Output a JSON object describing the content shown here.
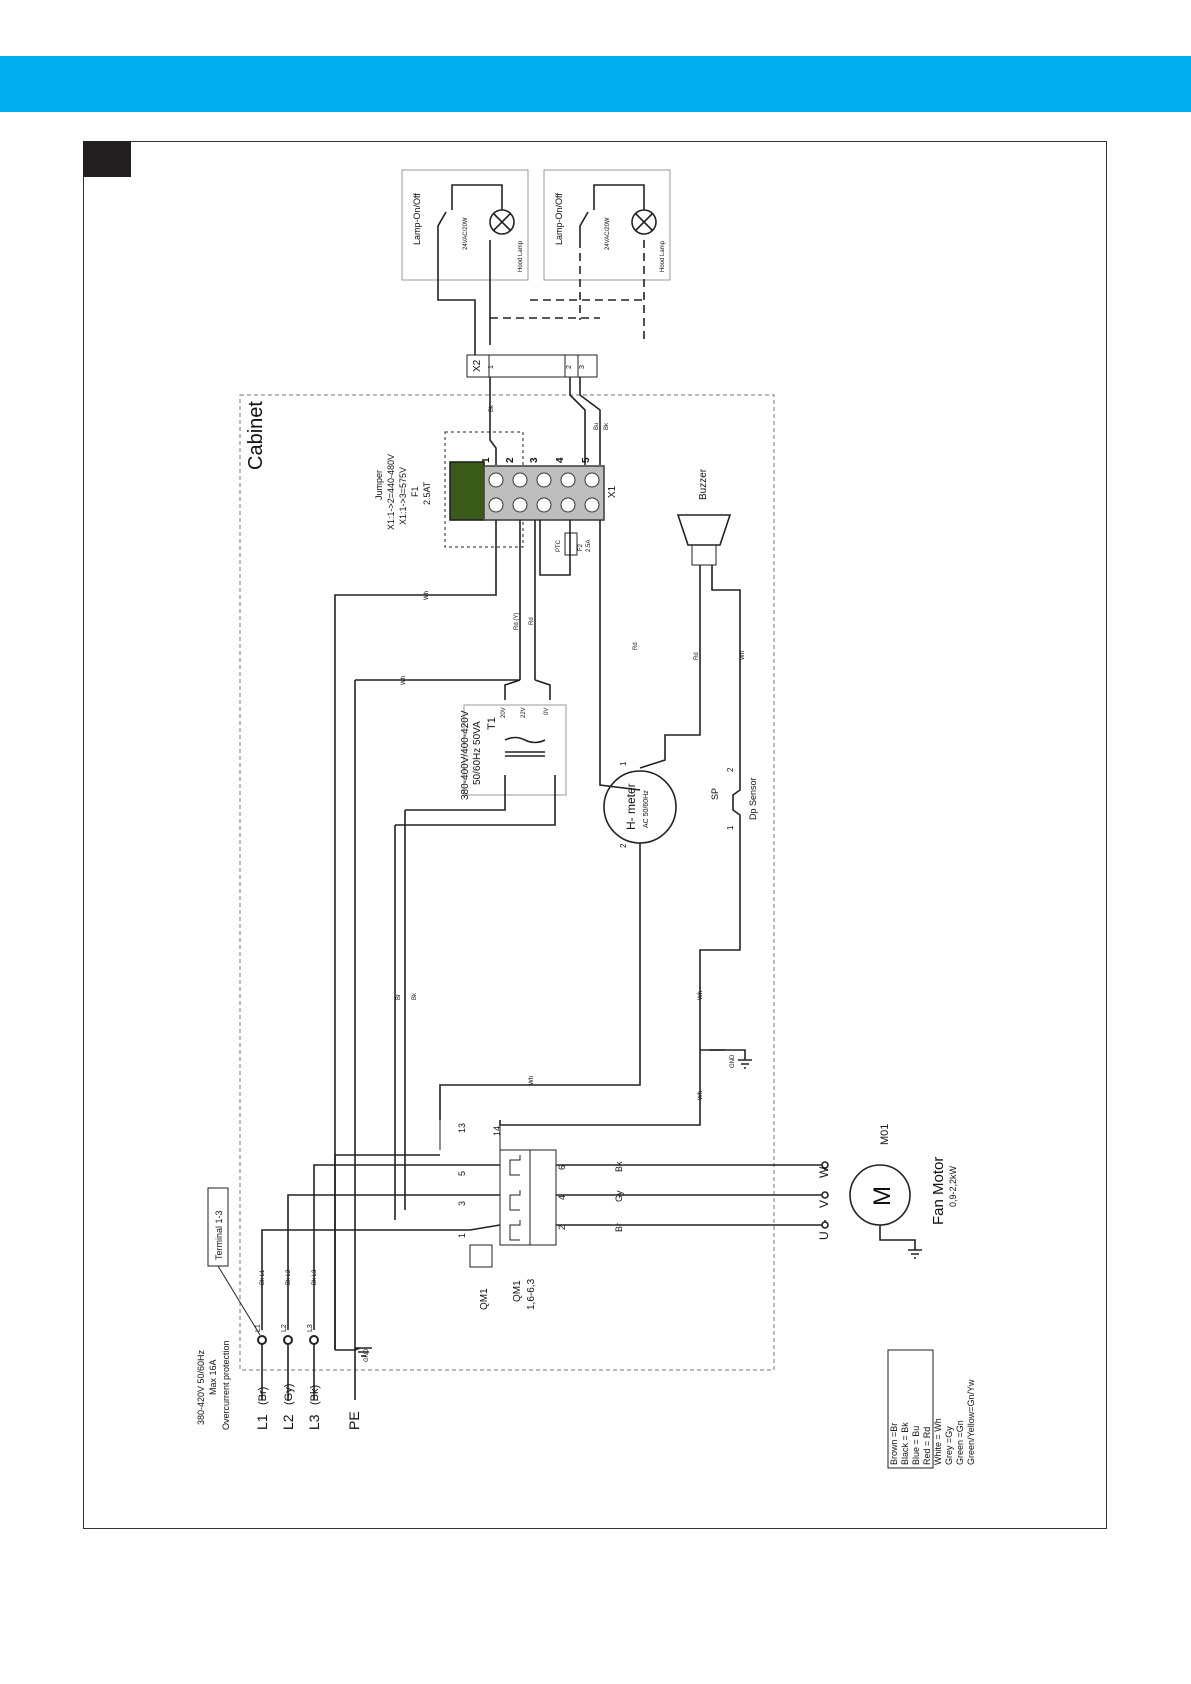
{
  "colors": {
    "header": "#00aeef",
    "tab": "#231f20",
    "line": "#222222"
  },
  "cabinet": {
    "title": "Cabinet"
  },
  "x2": {
    "label": "X2",
    "pins": [
      "1",
      "2",
      "3"
    ]
  },
  "lamp_units": [
    {
      "switch": "Lamp-On/Off",
      "rating": "24VAC/20W",
      "lamp": "Hood Lamp"
    },
    {
      "switch": "Lamp-On/Off",
      "rating": "24VAC/20W",
      "lamp": "Hood Lamp"
    }
  ],
  "jumper": {
    "lines": [
      "Jumper",
      "X1:1->2=440-480V",
      "X1:1->3=575V",
      "F1",
      "2.5AT"
    ]
  },
  "x1": {
    "label": "X1",
    "pins": [
      "1",
      "2",
      "3",
      "4",
      "5"
    ]
  },
  "ptc": {
    "label": "PTC",
    "fuse": "F2",
    "rating": "2.5A"
  },
  "buzzer": {
    "label": "Buzzer"
  },
  "transformer": {
    "label": "T1",
    "rating": [
      "380-400V/400-420V",
      "50/60Hz 50VA"
    ],
    "taps": [
      "20V",
      "22V",
      "0V"
    ]
  },
  "hmeter": {
    "label": "H- meter",
    "sub": "AC 50/60Hz",
    "pin1": "1",
    "pin2": "2"
  },
  "sensor": {
    "name": "SP",
    "label": "Dp Sensor",
    "pin1": "1",
    "pin2": "2"
  },
  "wires": {
    "wh": "Wh",
    "rd": "Rd",
    "bk": "Bk",
    "bu": "Bu",
    "br": "Br",
    "rd_y": "Rd (Y)",
    "gy": "Gy"
  },
  "gnd": "GND",
  "breaker": {
    "label": "QM1",
    "sub": [
      "QM1",
      "1,6-6,3"
    ],
    "top_pins": [
      "1",
      "3",
      "5",
      "13"
    ],
    "bottom_pins": [
      "2",
      "4",
      "6",
      "14"
    ]
  },
  "motor": {
    "id": "M01",
    "symbol": "M",
    "title": "Fan Motor",
    "rating": "0,9-2,2kW",
    "terminals": [
      "U",
      "V",
      "W"
    ],
    "wires": [
      "Br",
      "Gy",
      "Bk"
    ]
  },
  "supply": {
    "lines": [
      "380-420V 50/60Hz",
      "Max 16A",
      "Overcurrent protection"
    ],
    "phases": [
      {
        "name": "L1",
        "color": "(Br)",
        "tag": "Bk L1"
      },
      {
        "name": "L2",
        "color": "(Gy)",
        "tag": "Bk L2"
      },
      {
        "name": "L3",
        "color": "(Bk)",
        "tag": "Bk L3"
      }
    ],
    "pe": "PE"
  },
  "terminal_callout": "Terminal  1-3",
  "legend": [
    "Brown =Br",
    "Black = Bk",
    "Blue = Bu",
    "Red = Rd",
    "White = Wh",
    "Grey =Gy",
    "Green =Gn",
    "Green/Yellow=Gn/Yw"
  ]
}
